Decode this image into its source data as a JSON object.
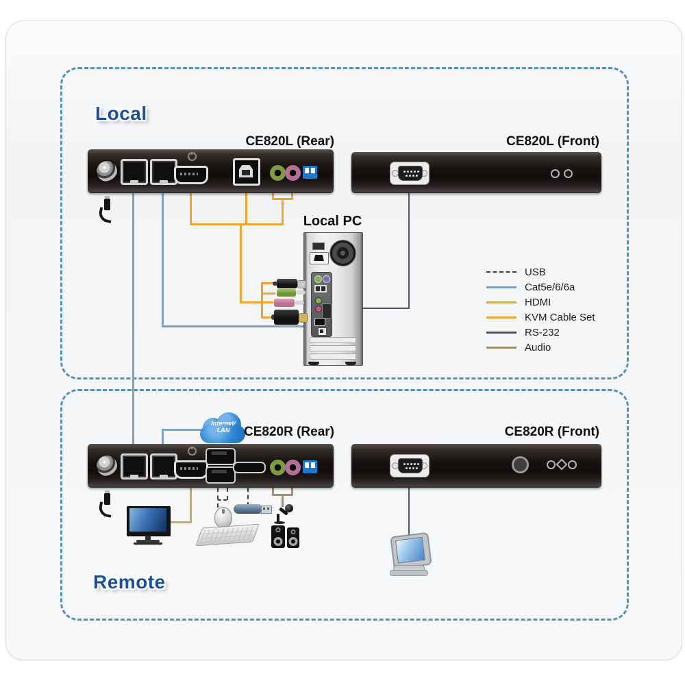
{
  "sections": {
    "local": {
      "label": "Local"
    },
    "remote": {
      "label": "Remote"
    }
  },
  "devices": {
    "ce820l_rear": {
      "title": "CE820L (Rear)"
    },
    "ce820l_front": {
      "title": "CE820L (Front)"
    },
    "ce820r_rear": {
      "title": "CE820R (Rear)"
    },
    "ce820r_front": {
      "title": "CE820R (Front)"
    },
    "local_pc": {
      "title": "Local PC"
    }
  },
  "cloud": {
    "line1": "Internet/",
    "line2": "LAN"
  },
  "legend": {
    "items": [
      {
        "label": "USB",
        "color_key": "usb",
        "style": "dashed"
      },
      {
        "label": "Cat5e/6/6a",
        "color_key": "cat5e",
        "style": "solid"
      },
      {
        "label": "HDMI",
        "color_key": "hdmi",
        "style": "solid"
      },
      {
        "label": "KVM Cable Set",
        "color_key": "kvm",
        "style": "solid"
      },
      {
        "label": "RS-232",
        "color_key": "rs232",
        "style": "solid"
      },
      {
        "label": "Audio",
        "color_key": "audio",
        "style": "solid"
      }
    ]
  },
  "colors": {
    "usb": "#3f3f3f",
    "cat5e": "#7fa3bd",
    "hdmi": "#c3ac5e",
    "kvm": "#f0a52e",
    "rs232": "#53565c",
    "audio": "#a39267",
    "section_border": "#5590bd",
    "label_blue": "#1c4f93",
    "cloud_blue": "#2e86d4",
    "dip_blue": "#1e79cc"
  }
}
